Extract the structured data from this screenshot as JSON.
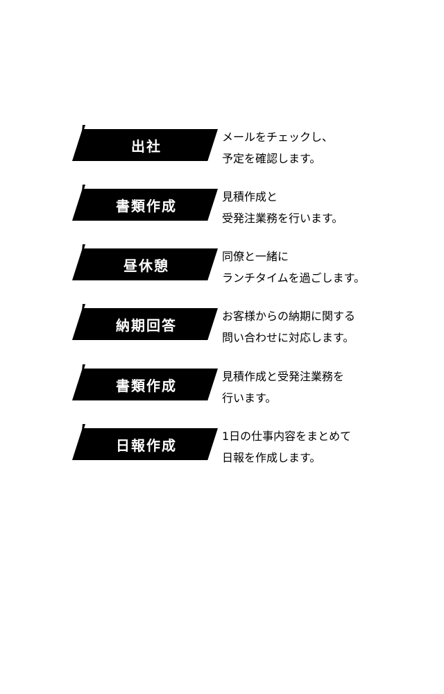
{
  "schedule": {
    "items": [
      {
        "label": "出社",
        "line1": "メールをチェックし、",
        "line2": "予定を確認します。"
      },
      {
        "label": "書類作成",
        "line1": "見積作成と",
        "line2": "受発注業務を行います。"
      },
      {
        "label": "昼休憩",
        "line1": "同僚と一緒に",
        "line2": "ランチタイムを過ごします。"
      },
      {
        "label": "納期回答",
        "line1": "お客様からの納期に関する",
        "line2": "問い合わせに対応します。"
      },
      {
        "label": "書類作成",
        "line1": "見積作成と受発注業務を",
        "line2": "行います。"
      },
      {
        "label": "日報作成",
        "line1": "1日の仕事内容をまとめて",
        "line2": "日報を作成します。"
      }
    ]
  }
}
